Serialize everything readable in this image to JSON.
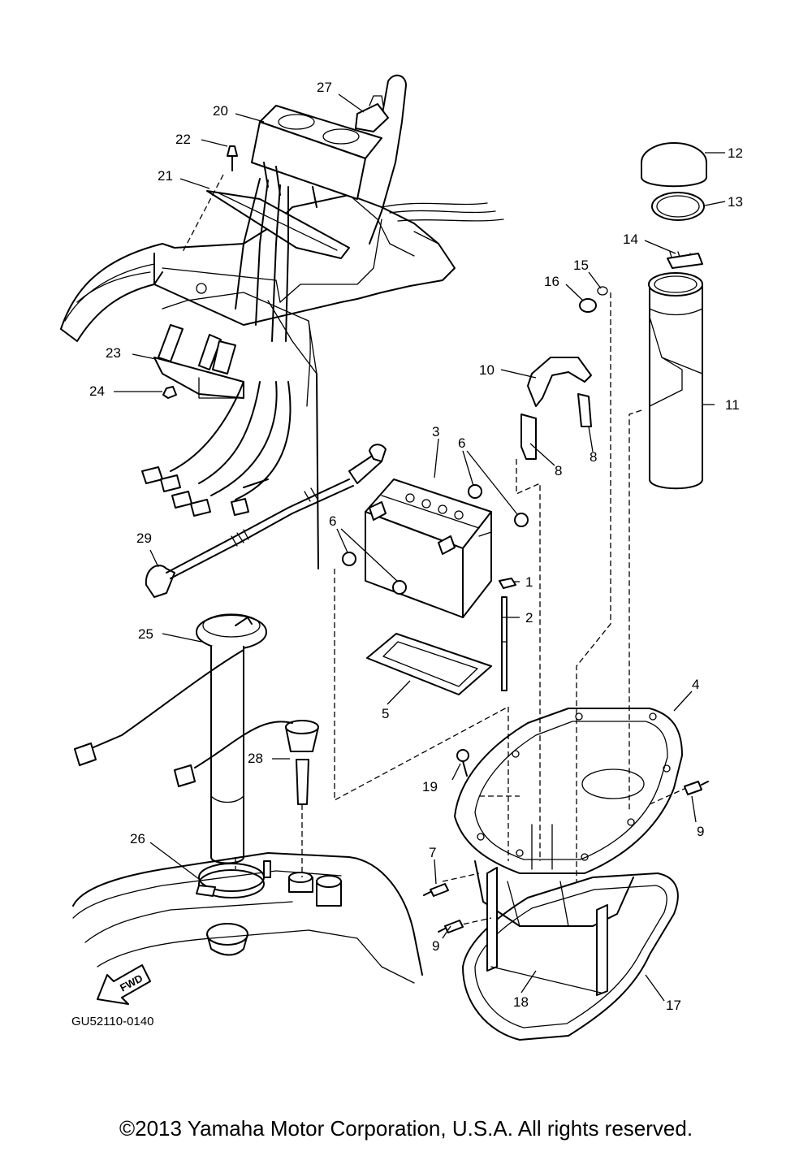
{
  "diagram": {
    "code": "GU52110-0140",
    "fwd_label": "FWD",
    "copyright": "©2013 Yamaha Motor Corporation, U.S.A. All rights reserved.",
    "callouts": {
      "c1": "1",
      "c2": "2",
      "c3": "3",
      "c4": "4",
      "c5": "5",
      "c6a": "6",
      "c6b": "6",
      "c7": "7",
      "c8a": "8",
      "c8b": "8",
      "c9a": "9",
      "c9b": "9",
      "c10": "10",
      "c11": "11",
      "c12": "12",
      "c13": "13",
      "c14": "14",
      "c15": "15",
      "c16": "16",
      "c17": "17",
      "c18": "18",
      "c19": "19",
      "c20": "20",
      "c21": "21",
      "c22": "22",
      "c23": "23",
      "c24": "24",
      "c25": "25",
      "c26": "26",
      "c27": "27",
      "c28": "28",
      "c29": "29"
    }
  }
}
